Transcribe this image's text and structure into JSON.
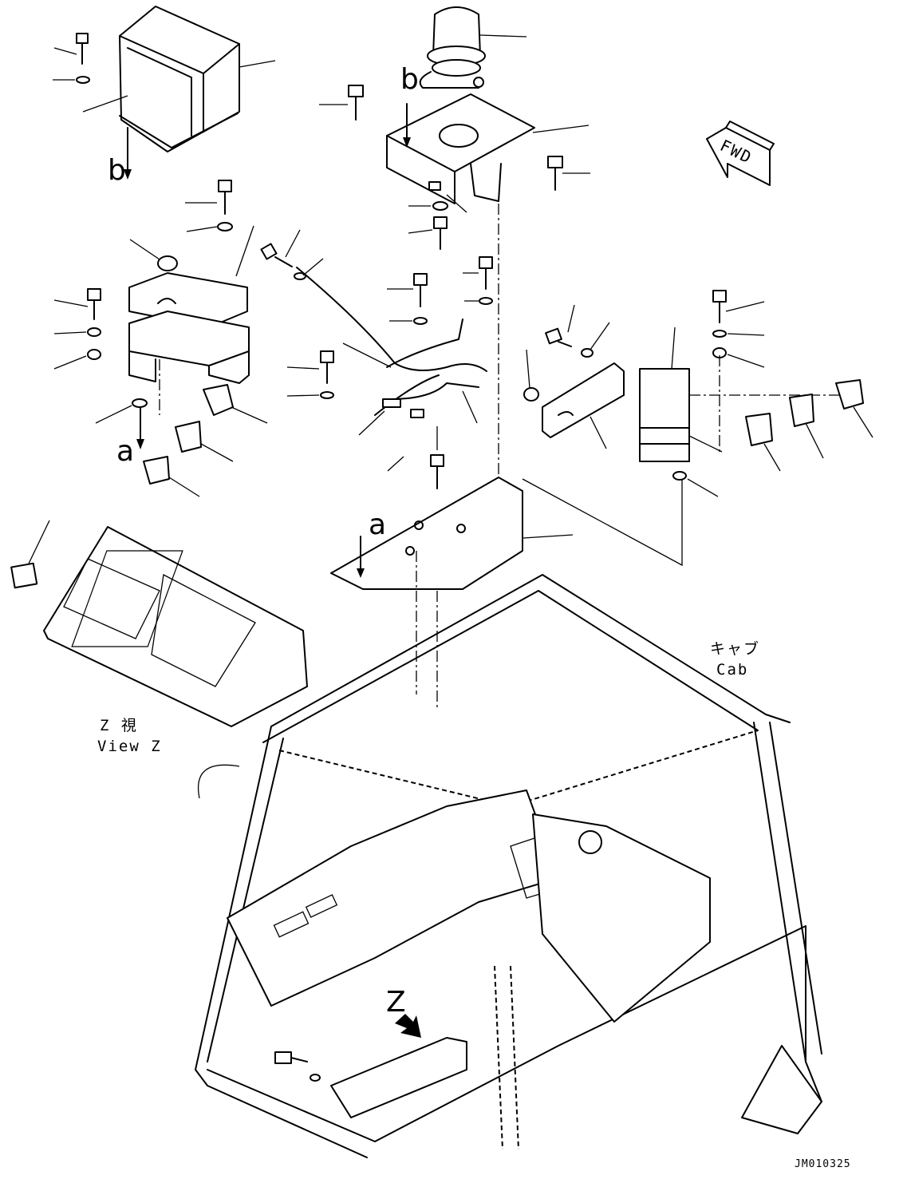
{
  "labels": {
    "ref_a_upper": "a",
    "ref_a_lower": "a",
    "ref_b_left": "b",
    "ref_b_top": "b",
    "view_marker": "Z",
    "fwd": "FWD",
    "cab_jp": "キャブ",
    "cab_en": "Cab",
    "view_z_jp": "Z 視",
    "view_z_en": "View Z",
    "drawing_code": "JM010325"
  },
  "icons": [
    "forward-arrow-icon",
    "view-direction-arrow-icon"
  ]
}
